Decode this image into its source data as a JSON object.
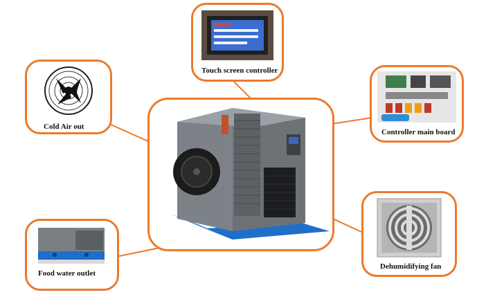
{
  "callouts": {
    "cold_air": {
      "label": "Cold Air out"
    },
    "touch_screen": {
      "label": "Touch screen controller"
    },
    "controller_board": {
      "label": "Controller main board"
    },
    "dehumidifying_fan": {
      "label": "Dehumidifying fan"
    },
    "water_outlet": {
      "label": "Food water outlet"
    }
  },
  "colors": {
    "accent_orange": "#ec7a2c",
    "unit_body": "#7d8288",
    "unit_dark": "#54585d",
    "base_blue": "#1e6fc9"
  },
  "icons": [
    "fan-icon",
    "controller-screen-icon",
    "circuit-board-icon",
    "grille-fan-icon"
  ]
}
